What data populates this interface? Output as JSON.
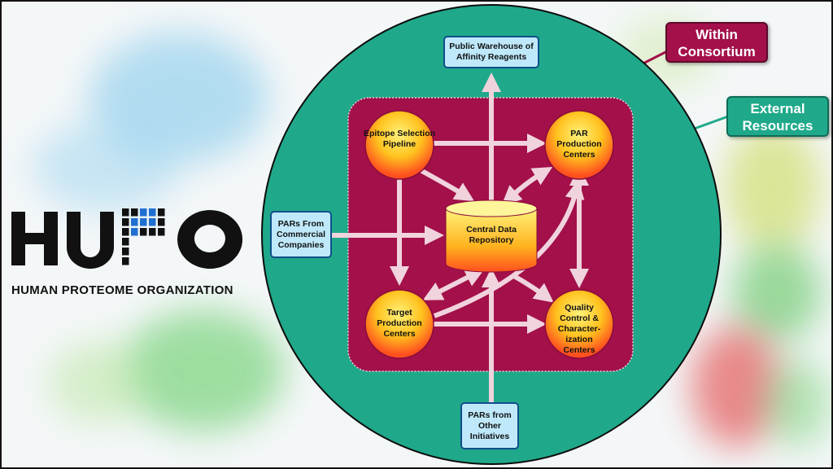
{
  "logo": {
    "caption": "HUMAN PROTEOME ORGANIZATION",
    "wordmark": "HUPO"
  },
  "legend": {
    "within": "Within Consortium",
    "external": "External Resources",
    "within_color": "#a3104a",
    "external_color": "#1fa98a"
  },
  "diagram": {
    "outer_color": "#1fa98a",
    "inner_color": "#a3104a",
    "nodes": {
      "epitope": "Epitope Selection Pipeline",
      "par_centers": "PAR Production Centers",
      "target": "Target Production Centers",
      "quality": "Quality Control & Character-ization Centers",
      "repository": "Central Data Repository"
    },
    "external": {
      "warehouse": "Public Warehouse of Affinity Reagents",
      "commercial": "PARs From Commercial Companies",
      "other": "PARs from Other Initiatives"
    }
  }
}
